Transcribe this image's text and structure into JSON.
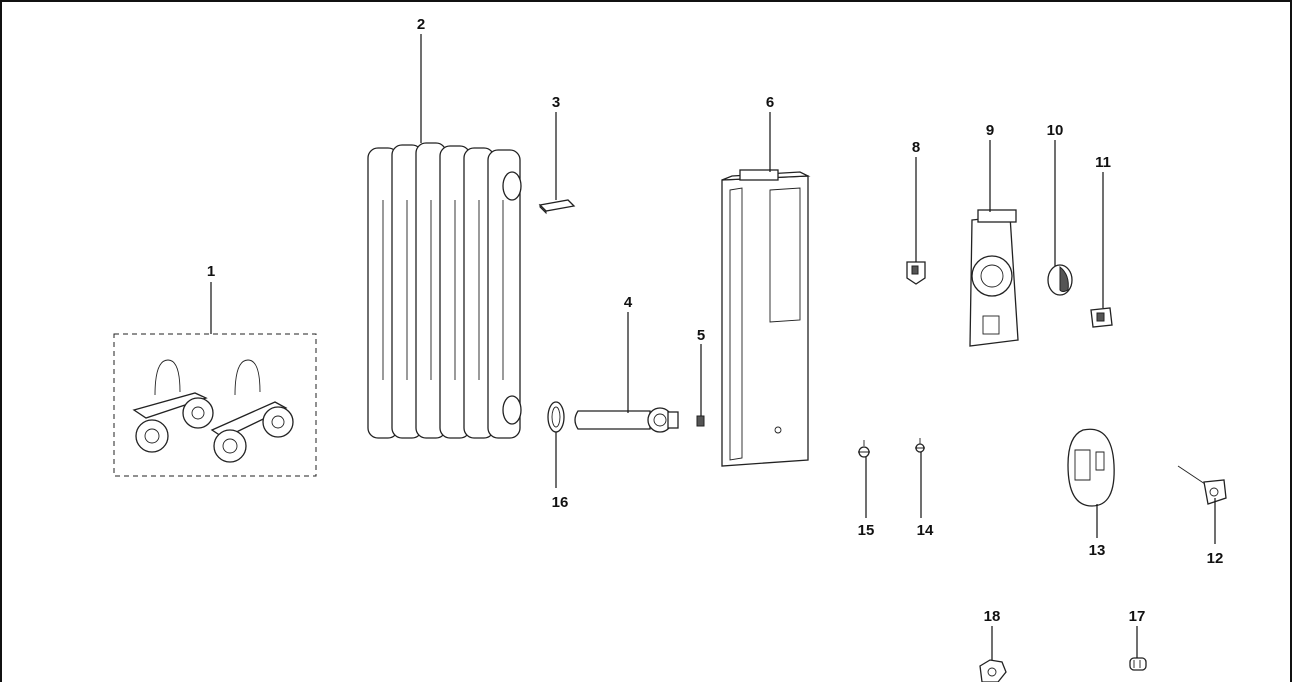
{
  "diagram": {
    "callouts": [
      {
        "id": "1",
        "label": "1"
      },
      {
        "id": "2",
        "label": "2"
      },
      {
        "id": "3",
        "label": "3"
      },
      {
        "id": "4",
        "label": "4"
      },
      {
        "id": "5",
        "label": "5"
      },
      {
        "id": "6",
        "label": "6"
      },
      {
        "id": "8",
        "label": "8"
      },
      {
        "id": "9",
        "label": "9"
      },
      {
        "id": "10",
        "label": "10"
      },
      {
        "id": "11",
        "label": "11"
      },
      {
        "id": "12",
        "label": "12"
      },
      {
        "id": "13",
        "label": "13"
      },
      {
        "id": "14",
        "label": "14"
      },
      {
        "id": "15",
        "label": "15"
      },
      {
        "id": "16",
        "label": "16"
      },
      {
        "id": "17",
        "label": "17"
      },
      {
        "id": "18",
        "label": "18"
      }
    ]
  }
}
